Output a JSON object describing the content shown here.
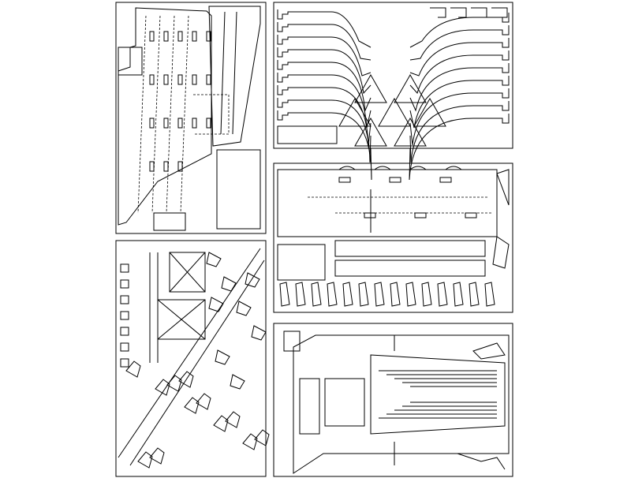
{
  "drawing": {
    "line_color": "#000000",
    "background": "#ffffff",
    "panels": [
      {
        "id": "deck-sheet",
        "kind": "deck"
      },
      {
        "id": "rib-sheet",
        "kind": "ribs"
      },
      {
        "id": "frame-sheet",
        "kind": "diagonal"
      },
      {
        "id": "hull-side-sheet",
        "kind": "side"
      },
      {
        "id": "hull-bottom-sheet",
        "kind": "bottom"
      }
    ]
  }
}
